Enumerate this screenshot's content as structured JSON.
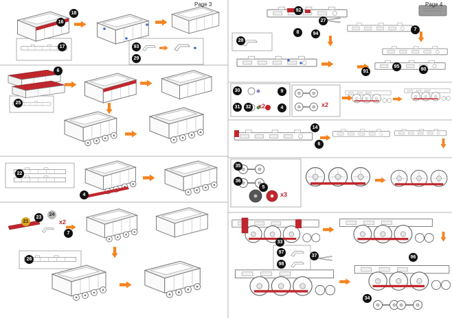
{
  "sheet": {
    "pages": [
      {
        "id": "page-3",
        "label": "Page 3"
      },
      {
        "id": "page-4",
        "label": "Page 4"
      }
    ]
  },
  "badges": [
    {
      "num": "18",
      "style": "black"
    },
    {
      "num": "16",
      "style": "black"
    },
    {
      "num": "17",
      "style": "black"
    },
    {
      "num": "93",
      "style": "black"
    },
    {
      "num": "29",
      "style": "black"
    },
    {
      "num": "6",
      "style": "black"
    },
    {
      "num": "25",
      "style": "black"
    },
    {
      "num": "22",
      "style": "black"
    },
    {
      "num": "4",
      "style": "black"
    },
    {
      "num": "21",
      "style": "gold"
    },
    {
      "num": "23",
      "style": "black"
    },
    {
      "num": "24",
      "style": "silver"
    },
    {
      "num": "7",
      "style": "black"
    },
    {
      "num": "26",
      "style": "black"
    },
    {
      "num": "92",
      "style": "black"
    },
    {
      "num": "27",
      "style": "black"
    },
    {
      "num": "8",
      "style": "black"
    },
    {
      "num": "94",
      "style": "black"
    },
    {
      "num": "28",
      "style": "black"
    },
    {
      "num": "7",
      "style": "black"
    },
    {
      "num": "91",
      "style": "black"
    },
    {
      "num": "95",
      "style": "black"
    },
    {
      "num": "90",
      "style": "black"
    },
    {
      "num": "30",
      "style": "black"
    },
    {
      "num": "31",
      "style": "black"
    },
    {
      "num": "32",
      "style": "black"
    },
    {
      "num": "9",
      "style": "black"
    },
    {
      "num": "4",
      "style": "black"
    },
    {
      "num": "14",
      "style": "black"
    },
    {
      "num": "6",
      "style": "black"
    },
    {
      "num": "35",
      "style": "black"
    },
    {
      "num": "36",
      "style": "black"
    },
    {
      "num": "5",
      "style": "black"
    },
    {
      "num": "33",
      "style": "black"
    },
    {
      "num": "97",
      "style": "black"
    },
    {
      "num": "98",
      "style": "black"
    },
    {
      "num": "37",
      "style": "black"
    },
    {
      "num": "96",
      "style": "black"
    },
    {
      "num": "34",
      "style": "black"
    }
  ],
  "multipliers": [
    {
      "text": "x2"
    },
    {
      "text": "x2"
    },
    {
      "text": "x2"
    },
    {
      "text": "x3"
    }
  ],
  "icons": {
    "step_arrow": "orange-block-arrow",
    "tool": "tweezers"
  },
  "accent_colors": {
    "highlight_red": "#c0272d",
    "arrow_orange": "#f5831f",
    "tab_blue": "#3a6bc9",
    "badge_black": "#111111",
    "badge_gold": "#d9a520",
    "badge_silver": "#b9b9b9"
  }
}
